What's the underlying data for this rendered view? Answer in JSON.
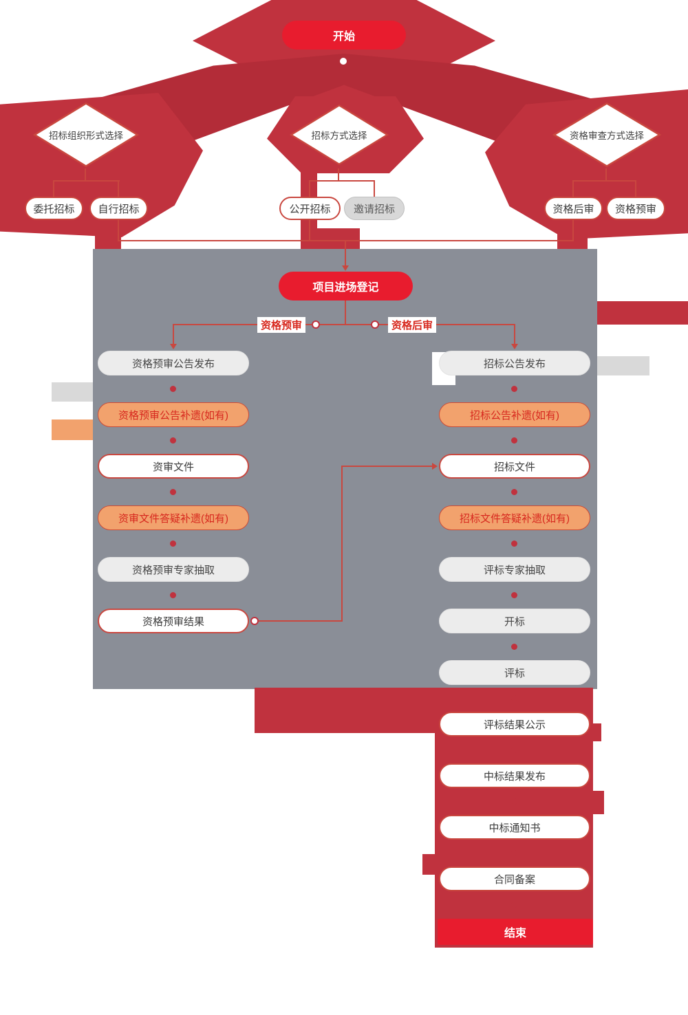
{
  "colors": {
    "accent_red": "#c0323e",
    "bright_red": "#e81c2e",
    "orange": "#f2a26d",
    "orange_text": "#d7281e",
    "panel_gray": "#8a8e97",
    "light_gray": "#ececec"
  },
  "start": {
    "label": "开始"
  },
  "decisions": [
    {
      "label": "招标组织形式选择"
    },
    {
      "label": "招标方式选择"
    },
    {
      "label": "资格审查方式选择"
    }
  ],
  "options": [
    {
      "label": "委托招标"
    },
    {
      "label": "自行招标"
    },
    {
      "label": "公开招标"
    },
    {
      "label": "邀请招标"
    },
    {
      "label": "资格后审"
    },
    {
      "label": "资格预审"
    }
  ],
  "registration": {
    "label": "项目进场登记"
  },
  "branches": {
    "left_label": "资格预审",
    "right_label": "资格后审"
  },
  "left_column": [
    {
      "label": "资格预审公告发布"
    },
    {
      "label": "资格预审公告补遗(如有)"
    },
    {
      "label": "资审文件"
    },
    {
      "label": "资审文件答疑补遗(如有)"
    },
    {
      "label": "资格预审专家抽取"
    },
    {
      "label": "资格预审结果"
    }
  ],
  "right_column": [
    {
      "label": "招标公告发布"
    },
    {
      "label": "招标公告补遗(如有)"
    },
    {
      "label": "招标文件"
    },
    {
      "label": "招标文件答疑补遗(如有)"
    },
    {
      "label": "评标专家抽取"
    },
    {
      "label": "开标"
    },
    {
      "label": "评标"
    },
    {
      "label": "评标结果公示"
    },
    {
      "label": "中标结果发布"
    },
    {
      "label": "中标通知书"
    },
    {
      "label": "合同备案"
    }
  ],
  "end": {
    "label": "结束"
  }
}
